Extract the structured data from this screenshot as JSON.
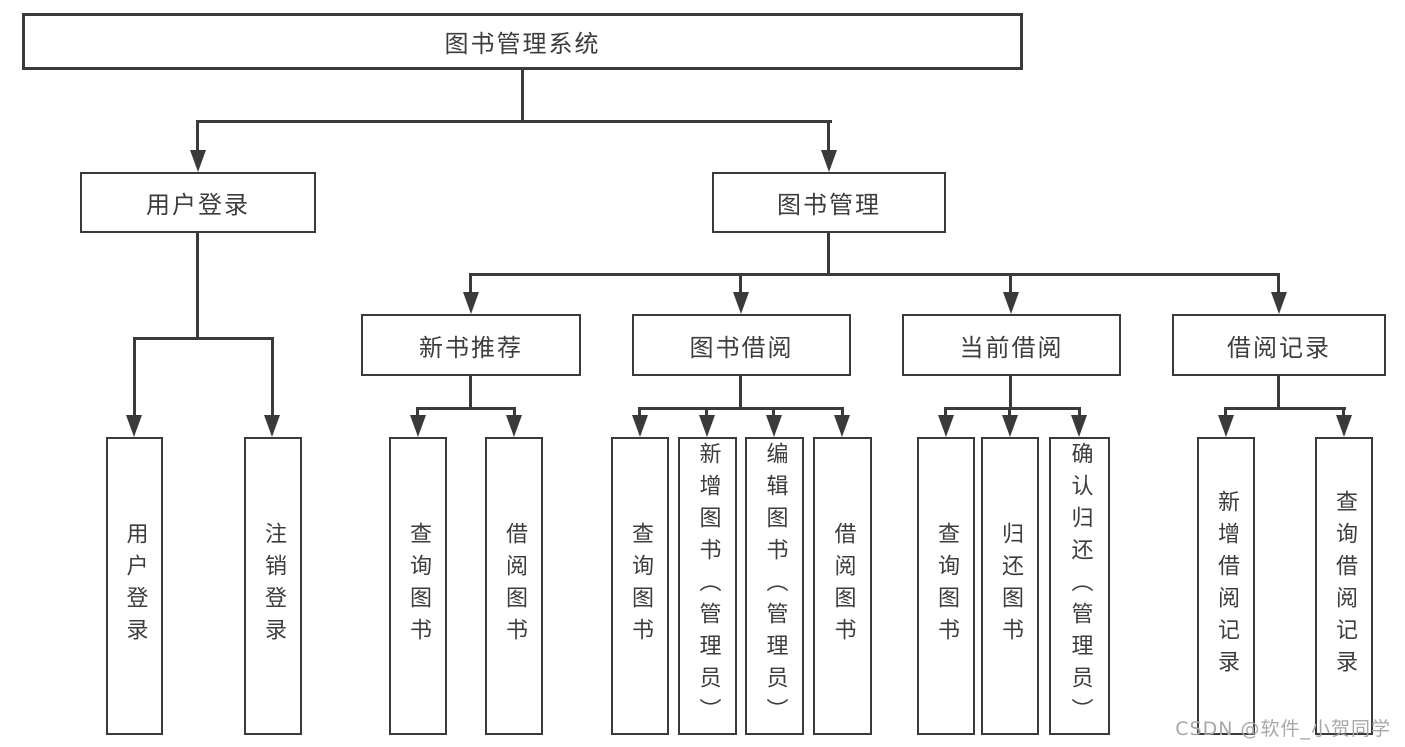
{
  "diagram_title": "图书管理系统",
  "nodes": {
    "root": "图书管理系统",
    "user_login": "用户登录",
    "book_management": "图书管理",
    "new_book_recommend": "新书推荐",
    "book_borrow": "图书借阅",
    "current_borrow": "当前借阅",
    "borrow_records": "借阅记录"
  },
  "leaves": {
    "ul_user_login": "用户登录",
    "ul_logout": "注销登录",
    "nb_query_book": "查询图书",
    "nb_borrow_book": "借阅图书",
    "bb_query_book": "查询图书",
    "bb_add_book_admin": "新增图书（管理员）",
    "bb_edit_book_admin": "编辑图书（管理员）",
    "bb_borrow_book": "借阅图书",
    "cb_query_book": "查询图书",
    "cb_return_book": "归还图书",
    "cb_confirm_return_admin": "确认归还（管理员）",
    "br_add_record": "新增借阅记录",
    "br_query_record": "查询借阅记录"
  },
  "structure": {
    "图书管理系统": [
      "用户登录",
      "图书管理"
    ],
    "用户登录": [
      "用户登录",
      "注销登录"
    ],
    "图书管理": [
      "新书推荐",
      "图书借阅",
      "当前借阅",
      "借阅记录"
    ],
    "新书推荐": [
      "查询图书",
      "借阅图书"
    ],
    "图书借阅": [
      "查询图书",
      "新增图书（管理员）",
      "编辑图书（管理员）",
      "借阅图书"
    ],
    "当前借阅": [
      "查询图书",
      "归还图书",
      "确认归还（管理员）"
    ],
    "借阅记录": [
      "新增借阅记录",
      "查询借阅记录"
    ]
  },
  "watermark": {
    "text": "CSDN @软件_小贺同学",
    "color": "#a8a8a8"
  },
  "colors": {
    "line": "#3a3a3a",
    "text": "#3d3d3d",
    "background": "#ffffff"
  }
}
